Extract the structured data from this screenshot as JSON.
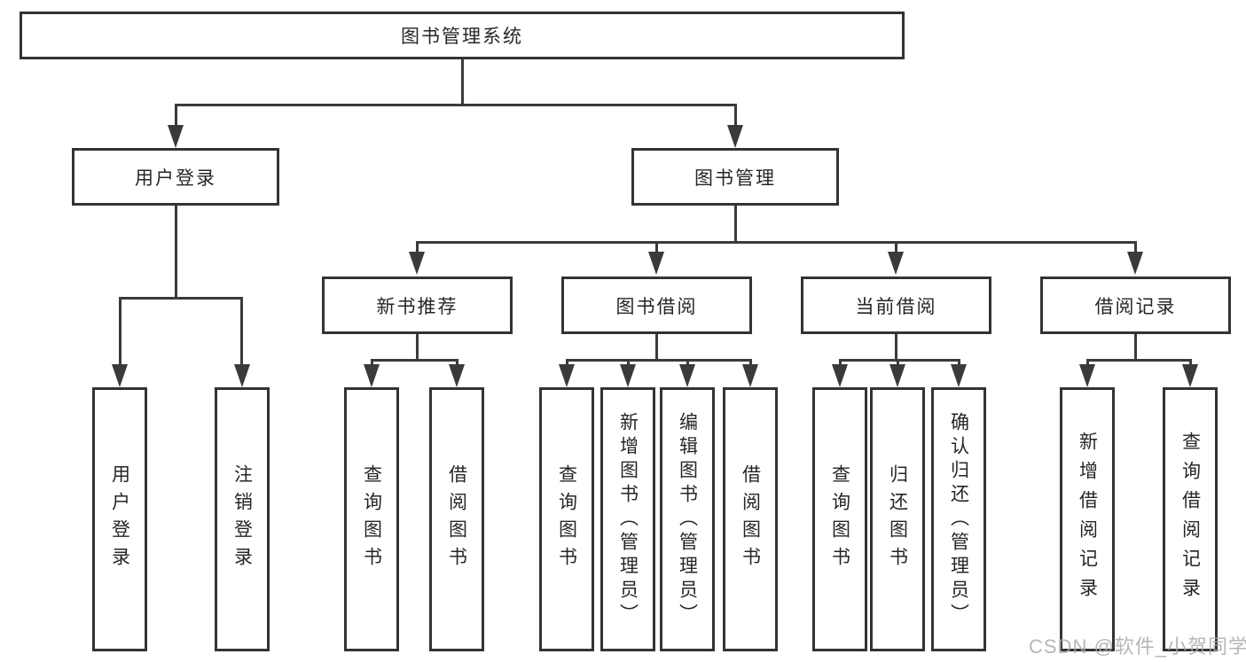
{
  "diagram": {
    "root": {
      "label": "图书管理系统"
    },
    "level2": [
      {
        "label": "用户登录"
      },
      {
        "label": "图书管理"
      }
    ],
    "level3": [
      {
        "label": "新书推荐"
      },
      {
        "label": "图书借阅"
      },
      {
        "label": "当前借阅"
      },
      {
        "label": "借阅记录"
      }
    ],
    "leaves": {
      "user_login": [
        {
          "label": "用户登录"
        },
        {
          "label": "注销登录"
        }
      ],
      "new_book": [
        {
          "label": "查询图书"
        },
        {
          "label": "借阅图书"
        }
      ],
      "book_borrow": [
        {
          "label": "查询图书"
        },
        {
          "label": "新增图书（管理员）"
        },
        {
          "label": "编辑图书（管理员）"
        },
        {
          "label": "借阅图书"
        }
      ],
      "current_borrow": [
        {
          "label": "查询图书"
        },
        {
          "label": "归还图书"
        },
        {
          "label": "确认归还（管理员）"
        }
      ],
      "borrow_records": [
        {
          "label": "新增借阅记录"
        },
        {
          "label": "查询借阅记录"
        }
      ]
    }
  },
  "watermark": {
    "text": "CSDN @软件_小贺同学"
  },
  "colors": {
    "line": "#3a3a3a",
    "border": "#333333",
    "text": "#262626",
    "background": "#ffffff",
    "watermark": "#ababab"
  }
}
